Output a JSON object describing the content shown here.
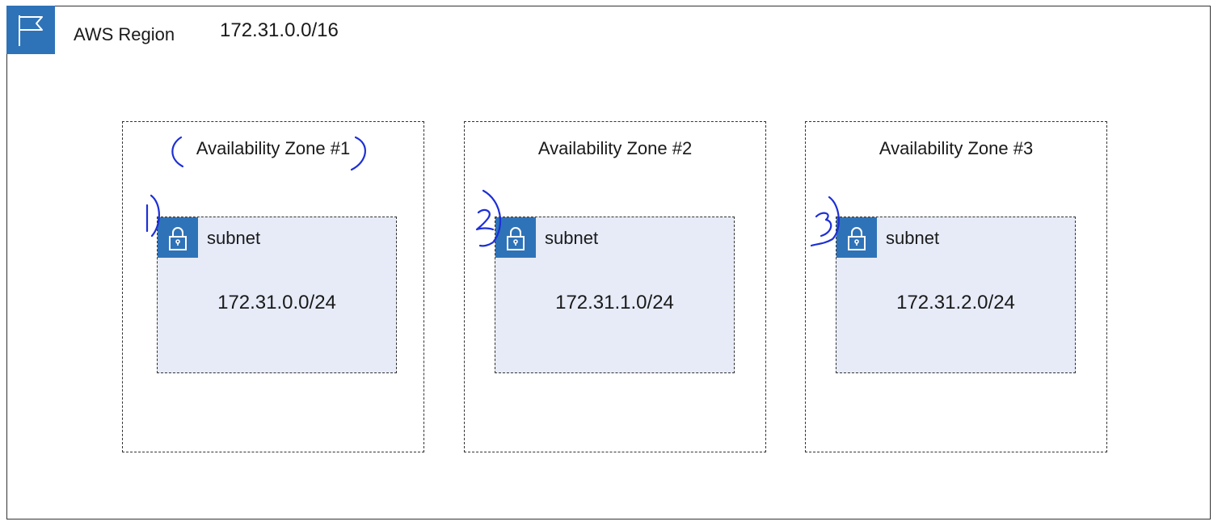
{
  "region": {
    "label": "AWS Region",
    "cidr": "172.31.0.0/16",
    "icon": "flag-icon",
    "accent_color": "#2e73b8"
  },
  "availability_zones": [
    {
      "title": "Availability Zone #1",
      "subnet": {
        "label": "subnet",
        "cidr": "172.31.0.0/24",
        "icon": "lock-icon"
      }
    },
    {
      "title": "Availability Zone #2",
      "subnet": {
        "label": "subnet",
        "cidr": "172.31.1.0/24",
        "icon": "lock-icon"
      }
    },
    {
      "title": "Availability Zone #3",
      "subnet": {
        "label": "subnet",
        "cidr": "172.31.2.0/24",
        "icon": "lock-icon"
      }
    }
  ],
  "annotations": {
    "ink_color": "#1d2fd6",
    "marks": [
      "parentheses",
      "1",
      "2",
      "3"
    ]
  },
  "colors": {
    "subnet_fill": "#e6ebf7",
    "border": "#333333"
  }
}
